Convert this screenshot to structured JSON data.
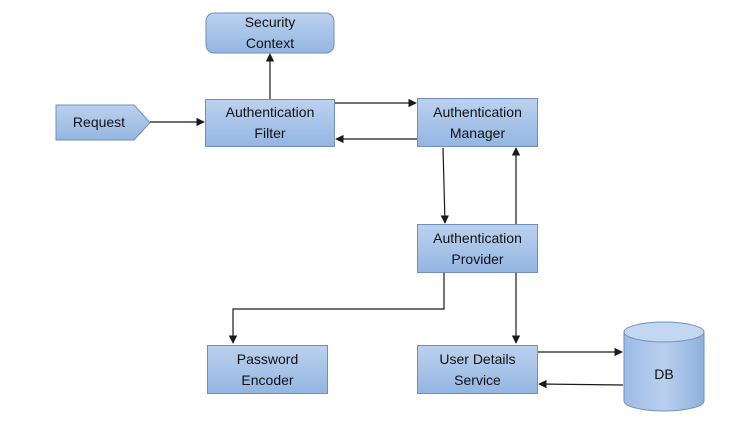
{
  "colors": {
    "box_fill_top": "#bcd1ee",
    "box_fill_bottom": "#94b6e2",
    "box_border": "#6f8fbd",
    "arrow": "#1a1a1a",
    "text": "#111111"
  },
  "nodes": {
    "security_context": "Security\nContext",
    "request": "Request",
    "auth_filter": "Authentication\nFilter",
    "auth_manager": "Authentication\nManager",
    "auth_provider": "Authentication\nProvider",
    "password_encoder": "Password\nEncoder",
    "user_details_service": "User Details\nService",
    "db": "DB"
  }
}
